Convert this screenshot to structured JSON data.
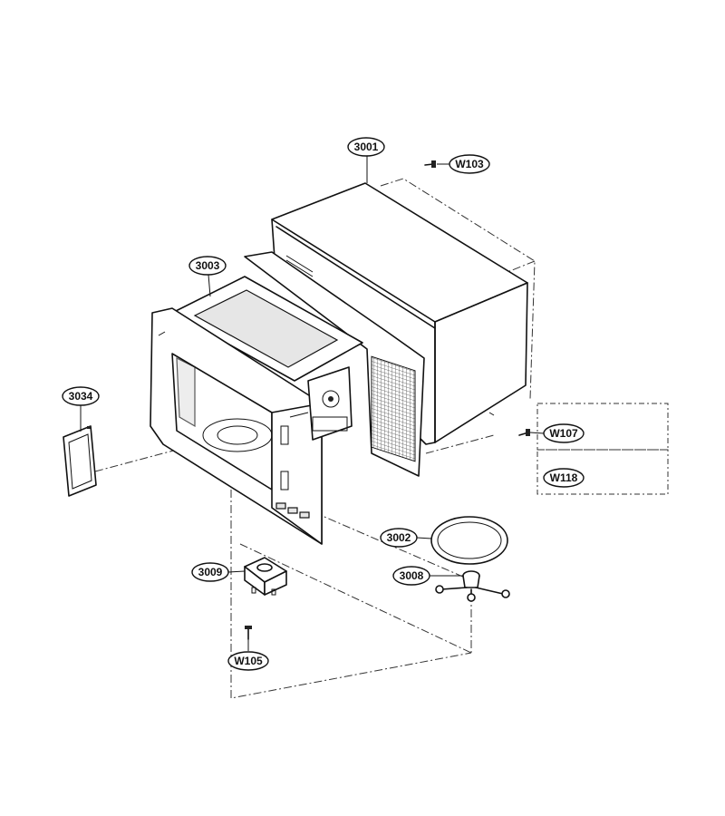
{
  "callouts": [
    {
      "id": "c3001",
      "label": "3001"
    },
    {
      "id": "cW103",
      "label": "W103"
    },
    {
      "id": "c3003",
      "label": "3003"
    },
    {
      "id": "c3034",
      "label": "3034"
    },
    {
      "id": "cW107",
      "label": "W107"
    },
    {
      "id": "cW118",
      "label": "W118"
    },
    {
      "id": "c3002",
      "label": "3002"
    },
    {
      "id": "c3008",
      "label": "3008"
    },
    {
      "id": "c3009",
      "label": "3009"
    },
    {
      "id": "cW105",
      "label": "W105"
    }
  ]
}
